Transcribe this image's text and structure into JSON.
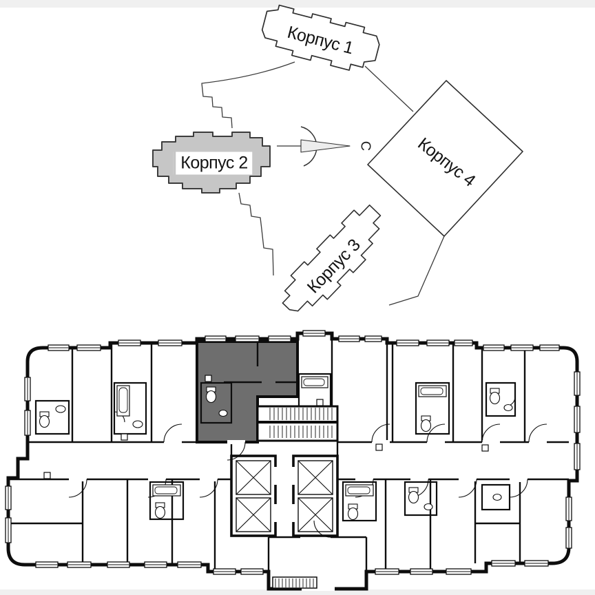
{
  "site_plan": {
    "compass": {
      "label": "С"
    },
    "buildings": [
      {
        "id": 1,
        "label": "Корпус 1",
        "highlighted": false
      },
      {
        "id": 2,
        "label": "Корпус 2",
        "highlighted": true
      },
      {
        "id": 3,
        "label": "Корпус 3",
        "highlighted": false
      },
      {
        "id": 4,
        "label": "Корпус 4",
        "highlighted": false
      }
    ],
    "highlighted_building_fill": "#c6c6c6"
  },
  "floor_plan": {
    "selected_unit_fill": "#6e6e6e",
    "wall_color": "#0d0d0d",
    "elevator_count": 4,
    "has_stairwell": true,
    "has_entrance_steps": true
  },
  "page": {
    "background": "#ffffff",
    "frame_strip_color": "#f0f0f0"
  }
}
